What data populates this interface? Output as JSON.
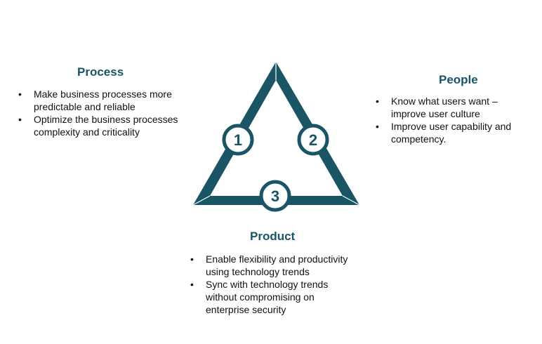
{
  "process": {
    "title": "Process",
    "bullets": [
      "Make business processes more predictable and reliable",
      "Optimize the business processes complexity and criticality"
    ]
  },
  "people": {
    "title": "People",
    "bullets": [
      "Know what users want – improve user culture",
      "Improve user capability and competency."
    ]
  },
  "product": {
    "title": "Product",
    "bullets": [
      "Enable flexibility and productivity using technology trends",
      "Sync with technology trends without compromising on enterprise security"
    ]
  },
  "markers": [
    "1",
    "2",
    "3"
  ],
  "colors": {
    "accent": "#1a5566"
  }
}
